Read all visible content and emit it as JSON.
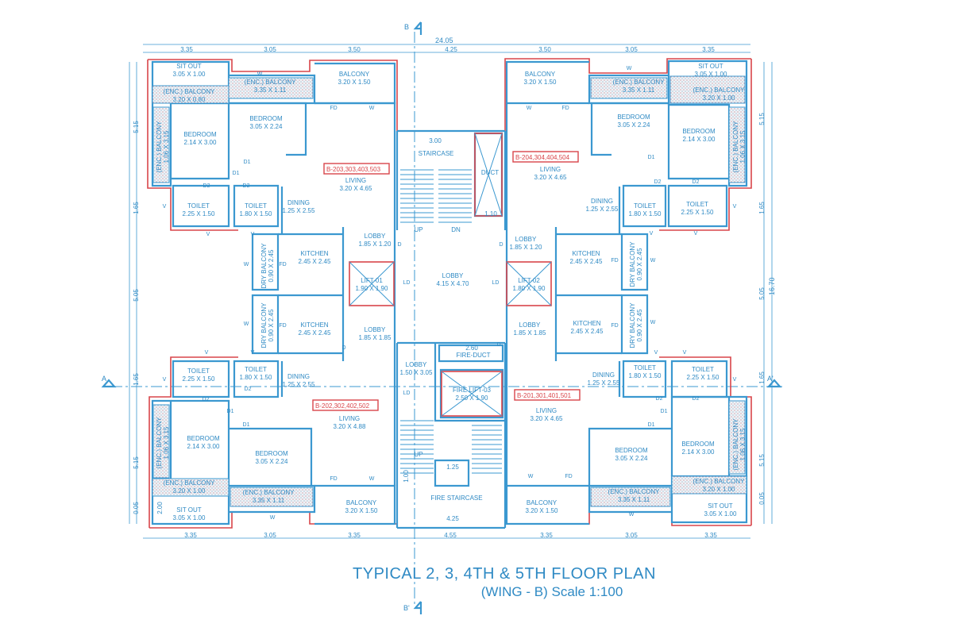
{
  "title": {
    "main": "TYPICAL 2, 3, 4TH & 5TH  FLOOR PLAN",
    "subtitle": "(WING - B)  Scale 1:100"
  },
  "section_marks": {
    "b_top": "B",
    "b_bottom": "B'",
    "a_left": "A",
    "a_right": "A'"
  },
  "dimensions": {
    "overall_width": "24.05",
    "overall_height": "16.70",
    "top_row": [
      "3.35",
      "3.05",
      "3.50",
      "4.25",
      "3.50",
      "3.05",
      "3.35"
    ],
    "bottom_row": [
      "3.35",
      "3.05",
      "3.35",
      "4.55",
      "3.35",
      "3.05",
      "3.35"
    ],
    "left_col": [
      "5.15",
      "1.65",
      "5.05",
      "1.65",
      "5.15",
      "0.05"
    ],
    "right_col": [
      "5.15",
      "1.65",
      "5.05",
      "1.65",
      "5.15",
      "0.05"
    ],
    "inner": {
      "stair_top": "3.00",
      "stair_bottom": "4.25",
      "duct_w": "1.10",
      "fire_duct_w": "2.60",
      "fire_stair_w": "1.25",
      "fire_stair_h": "1.00",
      "sitout_h": "2.00"
    }
  },
  "unit_tags": {
    "tl": "B-203,303,403,503",
    "tr": "B-204,304,404,504",
    "bl": "B-202,302,402,502",
    "br": "B-201,301,401,501"
  },
  "rooms": {
    "sitout_tl": {
      "name": "SIT OUT",
      "size": "3.05 X 1.00"
    },
    "enc_bal_tl1": {
      "name": "(ENC.) BALCONY",
      "size": "3.20 X 0.80"
    },
    "enc_bal_tl2": {
      "name": "(ENC.) BALCONY",
      "size": "3.35 X 1.11"
    },
    "enc_bal_tl3": {
      "name": "(ENC.) BALCONY",
      "size": "1.06 X 3.15"
    },
    "balcony_tl": {
      "name": "BALCONY",
      "size": "3.20 X 1.50"
    },
    "bed_tl1": {
      "name": "BEDROOM",
      "size": "2.14 X 3.00"
    },
    "bed_tl2": {
      "name": "BEDROOM",
      "size": "3.05 X 2.24"
    },
    "living_tl": {
      "name": "LIVING",
      "size": "3.20 X 4.65"
    },
    "toilet_tl1": {
      "name": "TOILET",
      "size": "2.25 X 1.50"
    },
    "toilet_tl2": {
      "name": "TOILET",
      "size": "1.80 X 1.50"
    },
    "dining_tl": {
      "name": "DINING",
      "size": "1.25 X 2.55"
    },
    "kitchen_tl": {
      "name": "KITCHEN",
      "size": "2.45 X 2.45"
    },
    "dry_tl": {
      "name": "DRY BALCONY",
      "size": "0.90 X 2.45"
    },
    "lobby_tl": {
      "name": "LOBBY",
      "size": "1.85 X 1.20"
    },
    "lift1": {
      "name": "LIFT-01",
      "size": "1.90 X 1.90"
    },
    "staircase": {
      "name": "STAIRCASE"
    },
    "duct": {
      "name": "DUCT"
    },
    "lobby_c": {
      "name": "LOBBY",
      "size": "4.15 X 4.70"
    },
    "up1": "UP",
    "dn1": "DN",
    "up2": "UP",
    "sitout_tr": {
      "name": "SIT OUT",
      "size": "3.05 X 1.00"
    },
    "enc_bal_tr1": {
      "name": "(ENC.) BALCONY",
      "size": "3.20 X 1.00"
    },
    "enc_bal_tr2": {
      "name": "(ENC.) BALCONY",
      "size": "3.35 X 1.11"
    },
    "enc_bal_tr3": {
      "name": "(ENC.) BALCONY",
      "size": "1.06 X 3.15"
    },
    "balcony_tr": {
      "name": "BALCONY",
      "size": "3.20 X 1.50"
    },
    "bed_tr1": {
      "name": "BEDROOM",
      "size": "2.14 X 3.00"
    },
    "bed_tr2": {
      "name": "BEDROOM",
      "size": "3.05 X 2.24"
    },
    "living_tr": {
      "name": "LIVING",
      "size": "3.20 X 4.65"
    },
    "toilet_tr1": {
      "name": "TOILET",
      "size": "2.25 X 1.50"
    },
    "toilet_tr2": {
      "name": "TOILET",
      "size": "1.80 X 1.50"
    },
    "dining_tr": {
      "name": "DINING",
      "size": "1.25 X 2.55"
    },
    "kitchen_tr": {
      "name": "KITCHEN",
      "size": "2.45 X 2.45"
    },
    "dry_tr": {
      "name": "DRY BALCONY",
      "size": "0.90 X 2.45"
    },
    "lobby_tr": {
      "name": "LOBBY",
      "size": "1.85 X 1.20"
    },
    "lift2": {
      "name": "LIFT-02",
      "size": "1.80 X 1.90"
    },
    "lobby_bl": {
      "name": "LOBBY",
      "size": "1.85 X 1.85"
    },
    "kitchen_bl": {
      "name": "KITCHEN",
      "size": "2.45 X 2.45"
    },
    "dry_bl": {
      "name": "DRY BALCONY",
      "size": "0.90 X 2.45"
    },
    "toilet_bl1": {
      "name": "TOILET",
      "size": "2.25 X 1.50"
    },
    "toilet_bl2": {
      "name": "TOILET",
      "size": "1.80 X 1.50"
    },
    "dining_bl": {
      "name": "DINING",
      "size": "1.25 X 2.55"
    },
    "living_bl": {
      "name": "LIVING",
      "size": "3.20 X 4.88"
    },
    "bed_bl1": {
      "name": "BEDROOM",
      "size": "2.14 X 3.00"
    },
    "bed_bl2": {
      "name": "BEDROOM",
      "size": "3.05 X 2.24"
    },
    "enc_bal_bl1": {
      "name": "(ENC.) BALCONY",
      "size": "1.06 X 3.15"
    },
    "enc_bal_bl2": {
      "name": "(ENC.) BALCONY",
      "size": "3.20 X 1.00"
    },
    "enc_bal_bl3": {
      "name": "(ENC.) BALCONY",
      "size": "3.35 X 1.11"
    },
    "sitout_bl": {
      "name": "SIT OUT",
      "size": "3.05 X 1.00"
    },
    "balcony_bl": {
      "name": "BALCONY",
      "size": "3.20 X 1.50"
    },
    "lobby_cb": {
      "name": "LOBBY",
      "size": "1.50 X 3.05"
    },
    "fire_duct": {
      "name": "FIRE-DUCT"
    },
    "fire_lift": {
      "name": "FIRE LIFT-03",
      "size": "2.50 X 1.90"
    },
    "fire_stair": {
      "name": "FIRE STAIRCASE"
    },
    "lobby_br": {
      "name": "LOBBY",
      "size": "1.85 X 1.85"
    },
    "kitchen_br": {
      "name": "KITCHEN",
      "size": "2.45 X 2.45"
    },
    "dry_br": {
      "name": "DRY BALCONY",
      "size": "0.90 X 2.45"
    },
    "toilet_br1": {
      "name": "TOILET",
      "size": "2.25 X 1.50"
    },
    "toilet_br2": {
      "name": "TOILET",
      "size": "1.80 X 1.50"
    },
    "dining_br": {
      "name": "DINING",
      "size": "1.25 X 2.55"
    },
    "living_br": {
      "name": "LIVING",
      "size": "3.20 X 4.65"
    },
    "bed_br1": {
      "name": "BEDROOM",
      "size": "2.14 X 3.00"
    },
    "bed_br2": {
      "name": "BEDROOM",
      "size": "3.05 X 2.24"
    },
    "enc_bal_br1": {
      "name": "(ENC.) BALCONY",
      "size": "1.06 X 3.15"
    },
    "enc_bal_br2": {
      "name": "(ENC.) BALCONY",
      "size": "3.20 X 1.00"
    },
    "enc_bal_br3": {
      "name": "(ENC.) BALCONY",
      "size": "3.35 X 1.11"
    },
    "sitout_br": {
      "name": "SIT OUT",
      "size": "3.05 X 1.00"
    },
    "balcony_br": {
      "name": "BALCONY",
      "size": "3.20 X 1.50"
    }
  },
  "door_tags": {
    "d1": "D1",
    "d2": "D2",
    "fd": "FD",
    "w": "W",
    "v": "V",
    "ld": "LD",
    "d": "D"
  },
  "colors": {
    "line": "#3b98d0",
    "text": "#2f8ac4",
    "accent": "#d9454a"
  }
}
